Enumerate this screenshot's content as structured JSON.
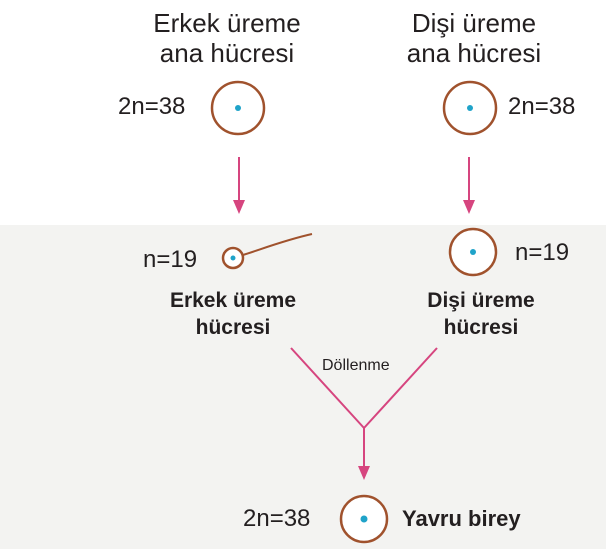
{
  "male_parent": {
    "title_line1": "Erkek üreme",
    "title_line2": "ana hücresi",
    "chromosome": "2n=38"
  },
  "female_parent": {
    "title_line1": "Dişi üreme",
    "title_line2": "ana hücresi",
    "chromosome": "2n=38"
  },
  "male_gamete": {
    "label_line1": "Erkek üreme",
    "label_line2": "hücresi",
    "chromosome": "n=19"
  },
  "female_gamete": {
    "label_line1": "Dişi üreme",
    "label_line2": "hücresi",
    "chromosome": "n=19"
  },
  "fertilization_label": "Döllenme",
  "offspring": {
    "label": "Yavru birey",
    "chromosome": "2n=38"
  },
  "colors": {
    "cell_outline": "#a0522d",
    "nucleus": "#1fa3c9",
    "arrow": "#d6457f",
    "text": "#231f20"
  }
}
